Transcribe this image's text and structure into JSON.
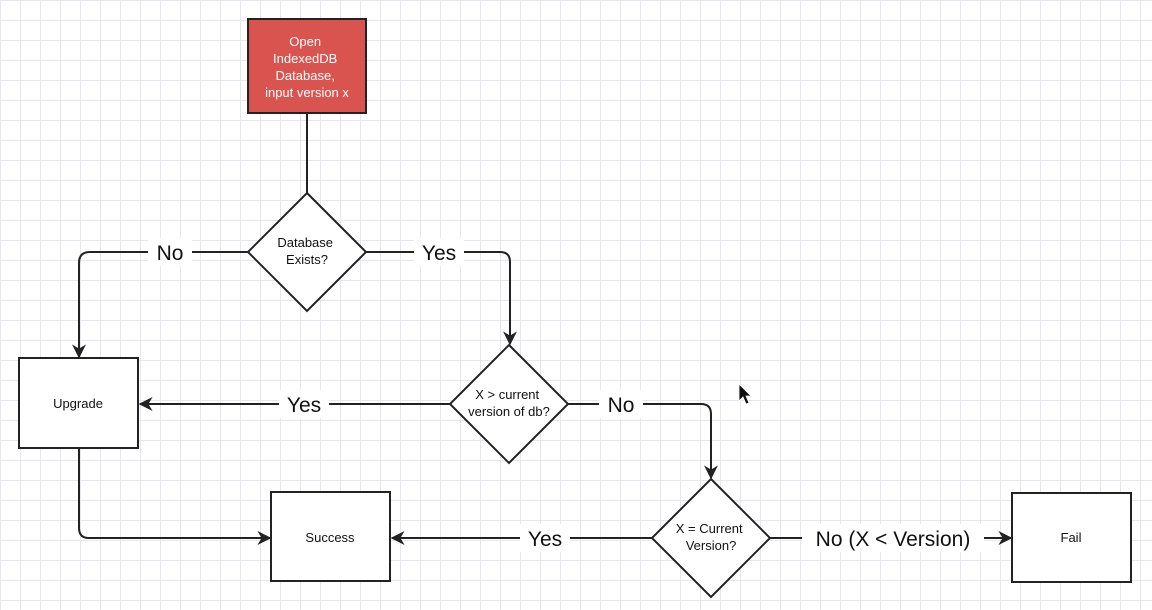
{
  "diagram": {
    "nodes": {
      "open": {
        "lines": [
          "Open",
          "IndexedDB",
          "Database,",
          "input version x"
        ],
        "fill": "#d9534f"
      },
      "exists": {
        "lines": [
          "Database",
          "Exists?"
        ]
      },
      "greater": {
        "lines": [
          "X > current",
          "version of db?"
        ]
      },
      "equal": {
        "lines": [
          "X = Current",
          "Version?"
        ]
      },
      "upgrade": {
        "label": "Upgrade"
      },
      "success": {
        "label": "Success"
      },
      "fail": {
        "label": "Fail"
      }
    },
    "edges": {
      "exists_no": "No",
      "exists_yes": "Yes",
      "greater_yes": "Yes",
      "greater_no": "No",
      "equal_yes": "Yes",
      "equal_no": "No (X < Version)"
    },
    "colors": {
      "stroke": "#222222",
      "grid": "#e6e6ee",
      "start_fill": "#d9534f"
    }
  }
}
